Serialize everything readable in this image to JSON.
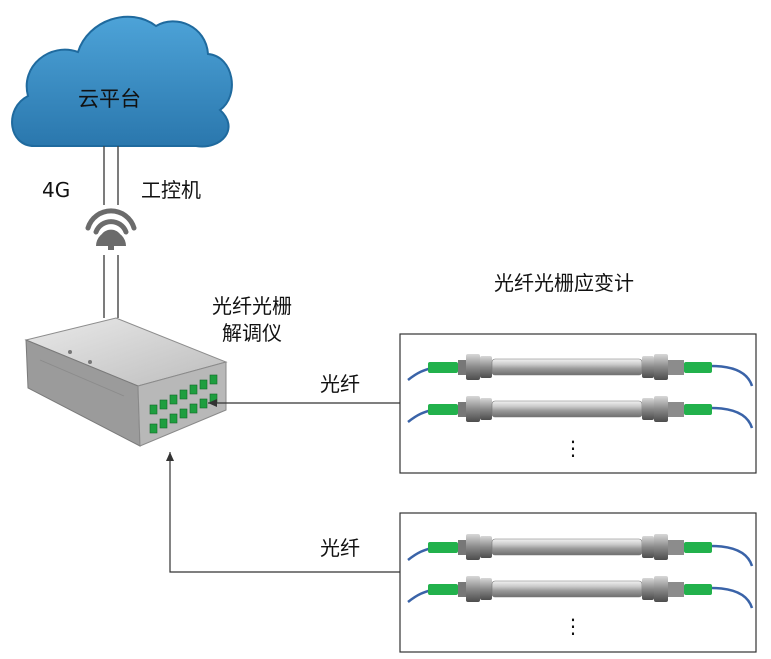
{
  "cloud": {
    "label": "云平台",
    "color": "#2f86be"
  },
  "network": {
    "label_4g": "4G",
    "label_ipc": "工控机"
  },
  "interrogator": {
    "label_line1": "光纤光栅",
    "label_line2": "解调仪"
  },
  "strain_gauge": {
    "title": "光纤光栅应变计",
    "more_symbol": "⋮"
  },
  "fiber": {
    "label_top": "光纤",
    "label_bottom": "光纤",
    "cable_color": "#3a63a8",
    "connector_color": "#22b14c"
  }
}
